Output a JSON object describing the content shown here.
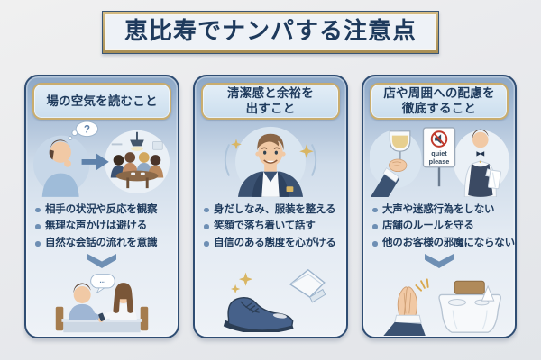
{
  "title": "恵比寿でナンパする注意点",
  "colors": {
    "navy_text": "#1e3a5c",
    "panel_border": "#2f4d73",
    "gold_border": "#c9ad6e",
    "steel_blue": "#6e8fb4",
    "panel_top_blue": "#8ca7c6",
    "sign_red": "#c0392b"
  },
  "columns": [
    {
      "header_lines": [
        "場の空気を読むこと"
      ],
      "thought_mark": "?",
      "speech_mark": "...",
      "bullets": [
        "相手の状況や反応を観察",
        "無理な声かけは避ける",
        "自然な会話の流れを意識"
      ],
      "icons": [
        "thinking-man-icon",
        "question-thought-bubble-icon",
        "right-arrow-icon",
        "cafe-group-table-icon",
        "down-arrow-icon",
        "conversation-couple-icon"
      ]
    },
    {
      "header_lines": [
        "清潔感と余裕を",
        "出すこと"
      ],
      "bullets": [
        "身だしなみ、服装を整える",
        "笑顔で落ち着いて話す",
        "自信のある態度を心がける"
      ],
      "icons": [
        "groomed-suit-man-icon",
        "sparkle-icon",
        "dress-shoe-icon",
        "pocket-square-icon"
      ]
    },
    {
      "header_lines": [
        "店や周囲への配慮を",
        "徹底すること"
      ],
      "sign": {
        "line1": "quiet",
        "line2": "please"
      },
      "bullets": [
        "大声や迷惑行為をしない",
        "店舗のルールを守る",
        "他のお客様の邪魔にならない"
      ],
      "icons": [
        "wine-glass-hand-icon",
        "muted-speaker-sign-icon",
        "waiter-icon",
        "down-arrow-icon",
        "apology-hands-icon",
        "restaurant-table-icon"
      ]
    }
  ]
}
